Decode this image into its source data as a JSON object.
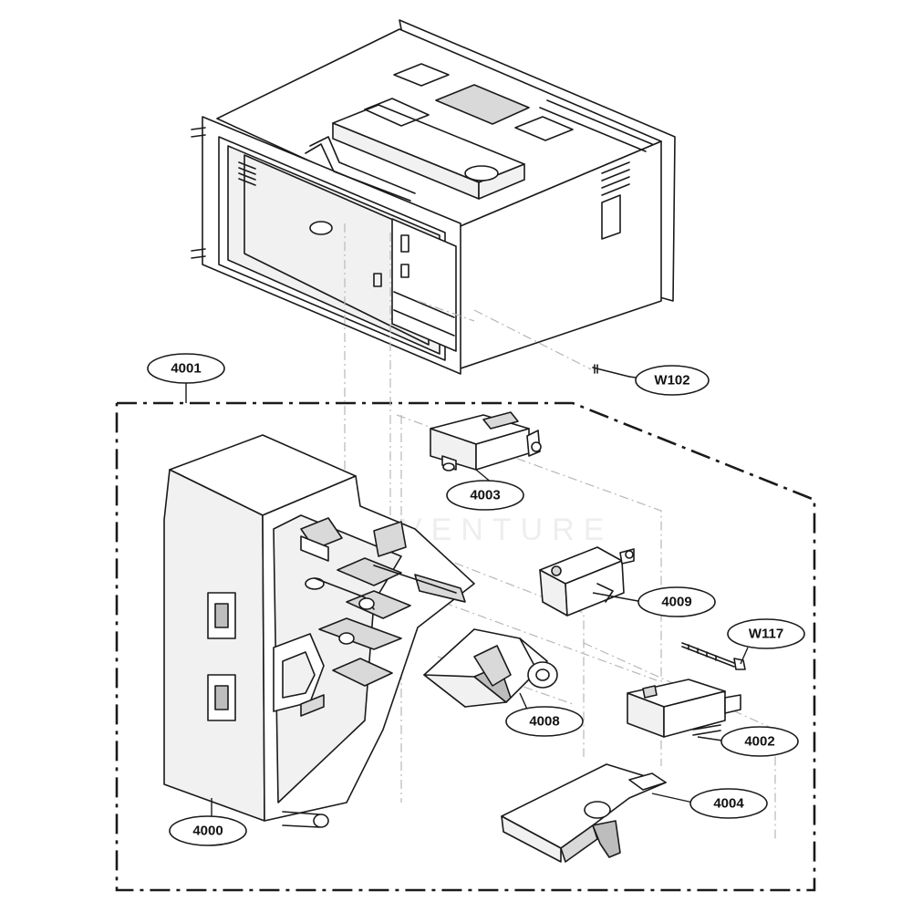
{
  "diagram": {
    "callouts": {
      "c4001": "4001",
      "cW102": "W102",
      "c4003": "4003",
      "c4009": "4009",
      "cW117": "W117",
      "c4008": "4008",
      "c4002": "4002",
      "c4004": "4004",
      "c4000": "4000"
    },
    "watermark_text": "VENTURE"
  }
}
